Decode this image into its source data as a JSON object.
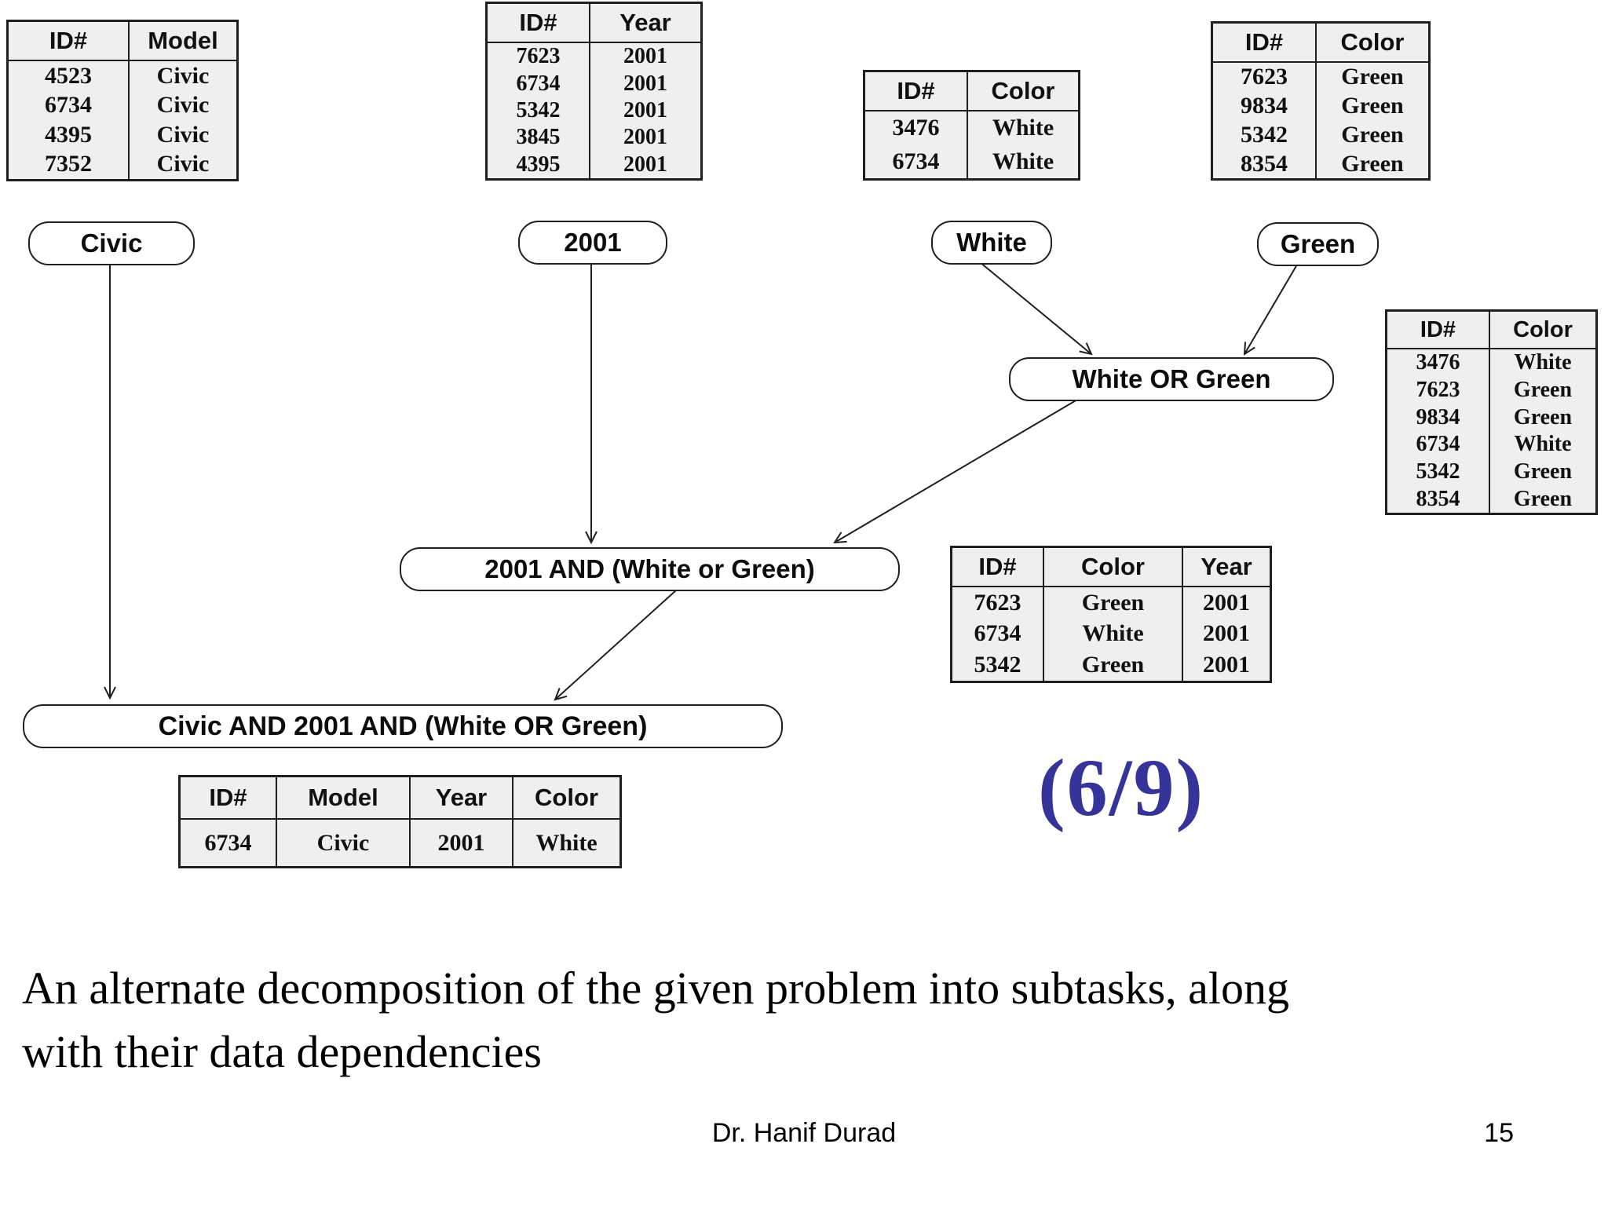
{
  "slide": {
    "page_label": "(6/9)",
    "page_label_color": "#34349b",
    "caption_line1": "An alternate decomposition of the given problem into subtasks, along",
    "caption_line2": "with their data dependencies",
    "footer_author": "Dr. Hanif Durad",
    "footer_page": "15"
  },
  "nodes": [
    {
      "id": "civic",
      "label": "Civic"
    },
    {
      "id": "year-2001",
      "label": "2001"
    },
    {
      "id": "white",
      "label": "White"
    },
    {
      "id": "green",
      "label": "Green"
    },
    {
      "id": "white-or-green",
      "label": "White OR Green"
    },
    {
      "id": "2001-and",
      "label": "2001 AND (White or Green)"
    },
    {
      "id": "civic-and",
      "label": "Civic AND 2001 AND (White OR Green)"
    }
  ],
  "tables": [
    {
      "id": "model-table",
      "headers": [
        "ID#",
        "Model"
      ],
      "rows": [
        [
          "4523",
          "Civic"
        ],
        [
          "6734",
          "Civic"
        ],
        [
          "4395",
          "Civic"
        ],
        [
          "7352",
          "Civic"
        ]
      ]
    },
    {
      "id": "year-table",
      "headers": [
        "ID#",
        "Year"
      ],
      "rows": [
        [
          "7623",
          "2001"
        ],
        [
          "6734",
          "2001"
        ],
        [
          "5342",
          "2001"
        ],
        [
          "3845",
          "2001"
        ],
        [
          "4395",
          "2001"
        ]
      ]
    },
    {
      "id": "white-table",
      "headers": [
        "ID#",
        "Color"
      ],
      "rows": [
        [
          "3476",
          "White"
        ],
        [
          "6734",
          "White"
        ]
      ]
    },
    {
      "id": "green-table",
      "headers": [
        "ID#",
        "Color"
      ],
      "rows": [
        [
          "7623",
          "Green"
        ],
        [
          "9834",
          "Green"
        ],
        [
          "5342",
          "Green"
        ],
        [
          "8354",
          "Green"
        ]
      ]
    },
    {
      "id": "white-or-green-table",
      "headers": [
        "ID#",
        "Color"
      ],
      "rows": [
        [
          "3476",
          "White"
        ],
        [
          "7623",
          "Green"
        ],
        [
          "9834",
          "Green"
        ],
        [
          "6734",
          "White"
        ],
        [
          "5342",
          "Green"
        ],
        [
          "8354",
          "Green"
        ]
      ]
    },
    {
      "id": "year-color-table",
      "headers": [
        "ID#",
        "Color",
        "Year"
      ],
      "rows": [
        [
          "7623",
          "Green",
          "2001"
        ],
        [
          "6734",
          "White",
          "2001"
        ],
        [
          "5342",
          "Green",
          "2001"
        ]
      ]
    },
    {
      "id": "result-table",
      "headers": [
        "ID#",
        "Model",
        "Year",
        "Color"
      ],
      "rows": [
        [
          "6734",
          "Civic",
          "2001",
          "White"
        ]
      ]
    }
  ]
}
